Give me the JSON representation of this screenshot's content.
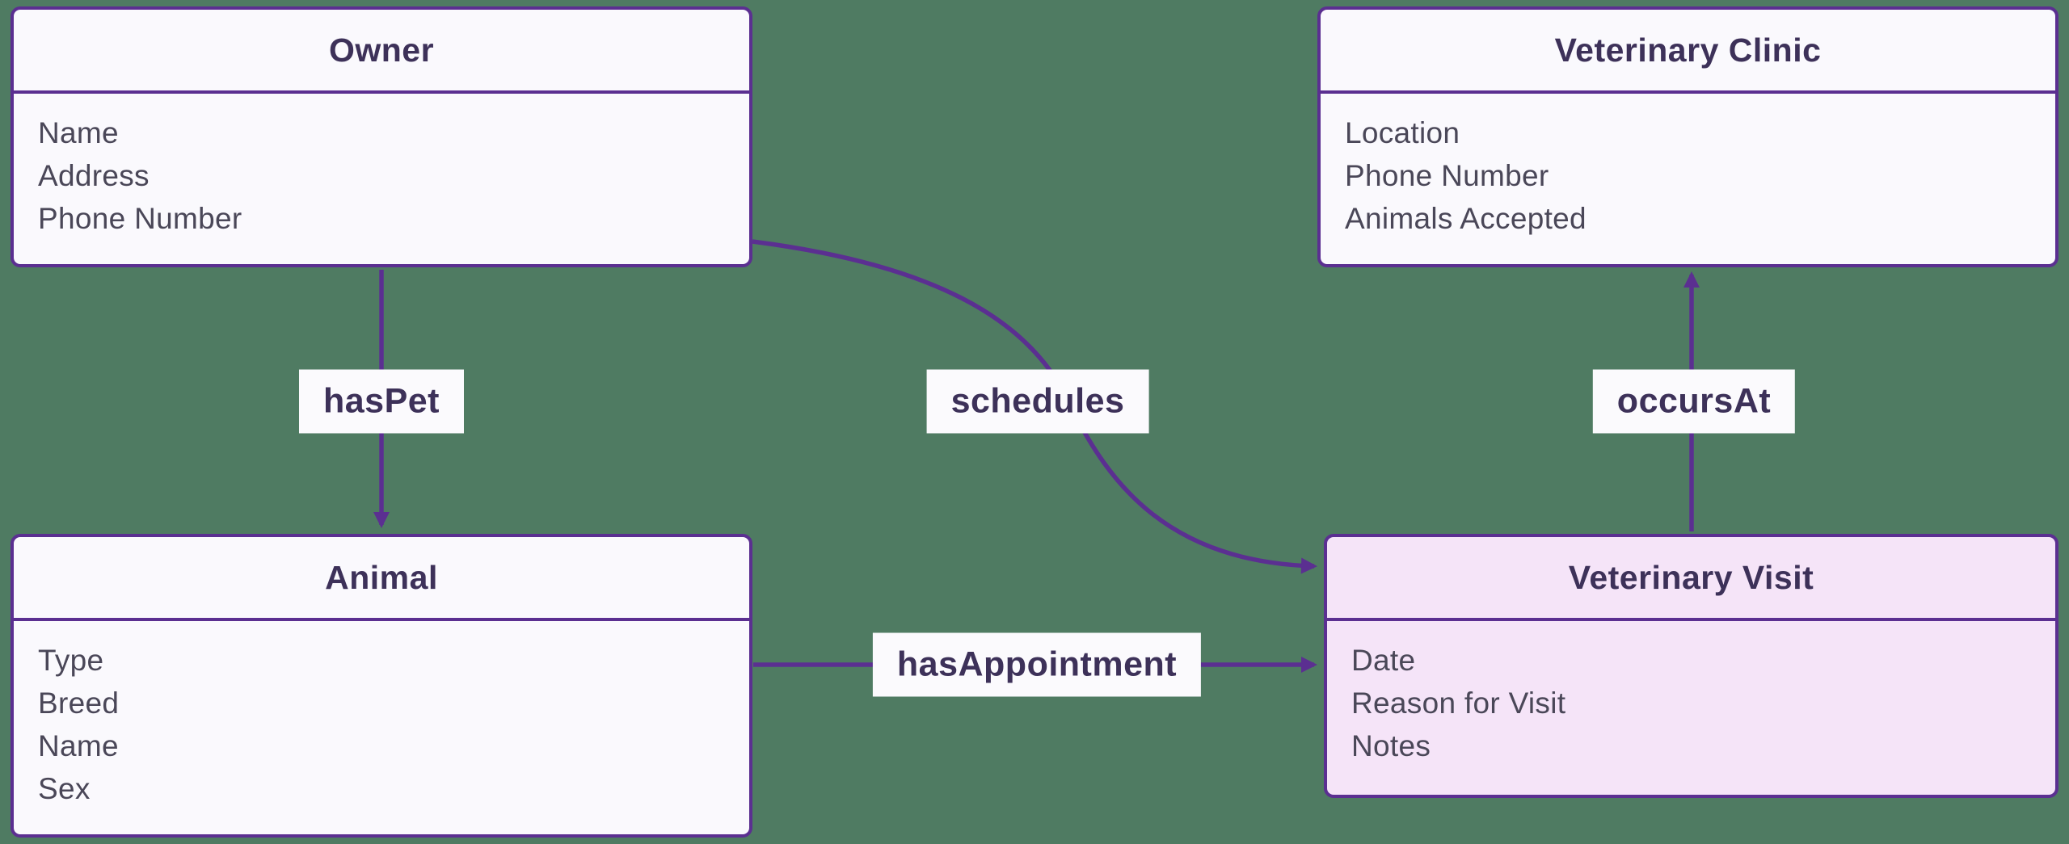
{
  "diagram": {
    "type": "entity-relationship-diagram",
    "colors": {
      "background": "#4f7b62",
      "accent": "#5b2f91",
      "box-fill": "#faf9fd",
      "highlight-fill": "#f5e4f8",
      "title-color": "#3d3159",
      "attribute-color": "#4a4758",
      "label-bg": "#fbfafd"
    },
    "entities": [
      {
        "id": "owner",
        "title": "Owner",
        "attributes": [
          "Name",
          "Address",
          "Phone Number"
        ]
      },
      {
        "id": "veterinary-clinic",
        "title": "Veterinary Clinic",
        "attributes": [
          "Location",
          "Phone Number",
          "Animals Accepted"
        ]
      },
      {
        "id": "animal",
        "title": "Animal",
        "attributes": [
          "Type",
          "Breed",
          "Name",
          "Sex"
        ]
      },
      {
        "id": "veterinary-visit",
        "title": "Veterinary Visit",
        "attributes": [
          "Date",
          "Reason for Visit",
          "Notes"
        ],
        "highlighted": true
      }
    ],
    "relationships": [
      {
        "label": "hasPet",
        "from": "Owner",
        "to": "Animal"
      },
      {
        "label": "schedules",
        "from": "Owner",
        "to": "Veterinary Visit"
      },
      {
        "label": "occursAt",
        "from": "Veterinary Visit",
        "to": "Veterinary Clinic"
      },
      {
        "label": "hasAppointment",
        "from": "Animal",
        "to": "Veterinary Visit"
      }
    ]
  }
}
